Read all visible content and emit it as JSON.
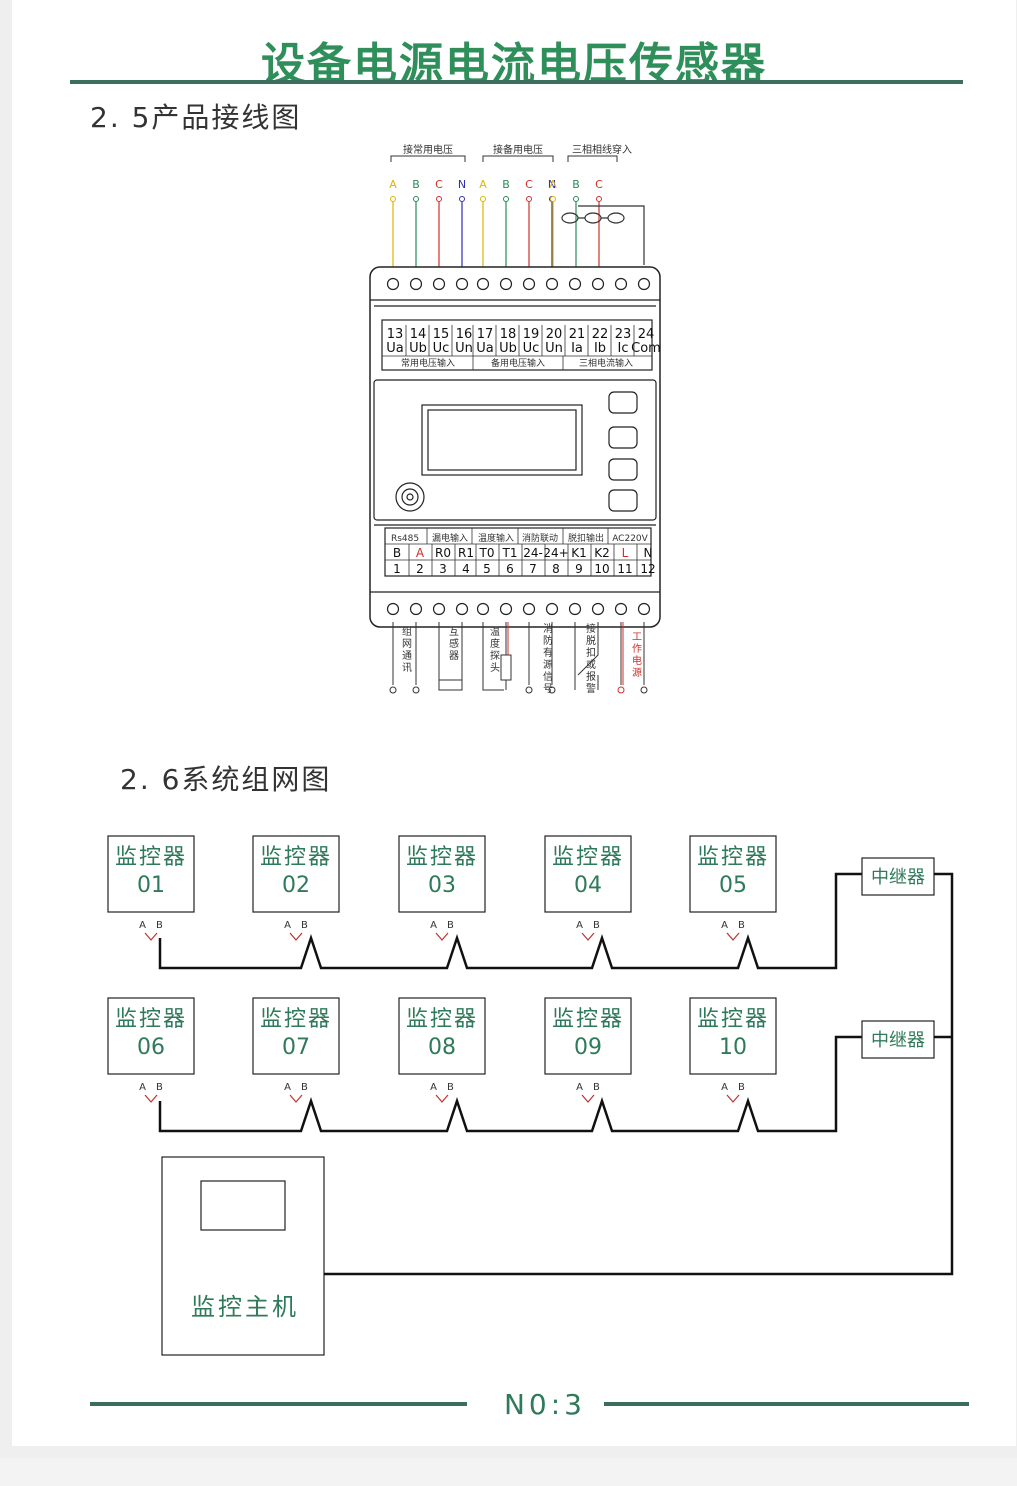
{
  "header": {
    "title": "设备电源电流电压传感器"
  },
  "section_wiring": {
    "heading": "2. 5产品接线图"
  },
  "section_network": {
    "heading": "2. 6系统组网图"
  },
  "wiring": {
    "top_groups": [
      "接常用电压",
      "接备用电压",
      "三相相线穿入"
    ],
    "top_phase_letters": [
      "A",
      "B",
      "C",
      "N",
      "A",
      "B",
      "C",
      "N",
      "A",
      "B",
      "C"
    ],
    "top_numbers": [
      "13",
      "14",
      "15",
      "16",
      "17",
      "18",
      "19",
      "20",
      "21",
      "22",
      "23",
      "24"
    ],
    "top_codes": [
      "Ua",
      "Ub",
      "Uc",
      "Un",
      "Ua",
      "Ub",
      "Uc",
      "Un",
      "Ia",
      "Ib",
      "Ic",
      "Com"
    ],
    "top_sub_labels": [
      "常用电压输入",
      "备用电压输入",
      "三相电流输入"
    ],
    "bottom_groups": [
      "Rs485",
      "漏电输入",
      "温度输入",
      "消防联动",
      "脱扣输出",
      "AC220V"
    ],
    "bottom_codes": [
      "B",
      "A",
      "R0",
      "R1",
      "T0",
      "T1",
      "24-",
      "24+",
      "K1",
      "K2",
      "L",
      "N"
    ],
    "bottom_numbers": [
      "1",
      "2",
      "3",
      "4",
      "5",
      "6",
      "7",
      "8",
      "9",
      "10",
      "11",
      "12"
    ],
    "bottom_wire_labels": [
      "组网通讯",
      "互感器",
      "温度探头",
      "消防有源信号",
      "接脱扣或报警",
      "工作电源"
    ]
  },
  "network": {
    "monitor_label": "监控器",
    "monitors": [
      "01",
      "02",
      "03",
      "04",
      "05",
      "06",
      "07",
      "08",
      "09",
      "10"
    ],
    "terminal_a": "A",
    "terminal_b": "B",
    "repeater_label": "中继器",
    "host_label": "监控主机"
  },
  "footer": {
    "page_no": "N0:3"
  },
  "colors": {
    "title": "#2f8f5a",
    "rule": "#3b6e5c",
    "phase_a": "#e0b400",
    "phase_b": "#2a8a5a",
    "phase_c": "#d0302a",
    "phase_n": "#3030b0",
    "green_text": "#2f7a5a"
  }
}
